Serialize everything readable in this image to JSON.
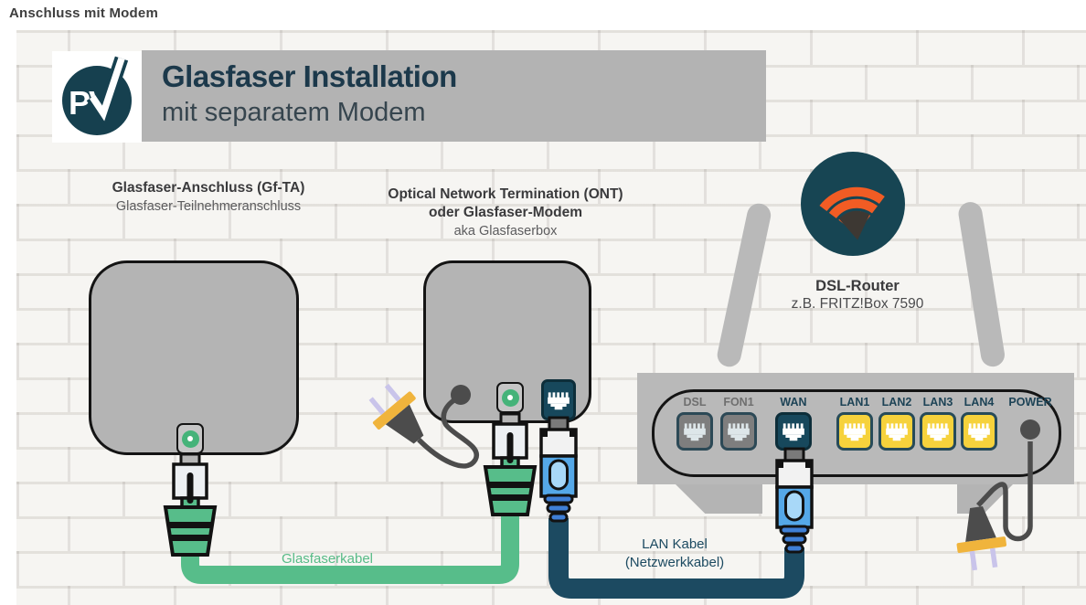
{
  "page": {
    "heading": "Anschluss mit Modem"
  },
  "banner": {
    "logo": "PV",
    "title": "Glasfaser Installation",
    "subtitle": "mit separatem Modem"
  },
  "devices": {
    "gfta": {
      "title": "Glasfaser-Anschluss (Gf-TA)",
      "subtitle": "Glasfaser-Teilnehmeranschluss"
    },
    "ont": {
      "title_line1": "Optical Network Termination (ONT)",
      "title_line2": "oder Glasfaser-Modem",
      "subtitle": "aka Glasfaserbox"
    },
    "router": {
      "title": "DSL-Router",
      "subtitle": "z.B. FRITZ!Box 7590",
      "ports": [
        {
          "label": "DSL",
          "type": "rj45",
          "color": "#7e7e7e"
        },
        {
          "label": "FON1",
          "type": "rj45",
          "color": "#7e7e7e"
        },
        {
          "label": "WAN",
          "type": "rj45",
          "color": "#17485c"
        },
        {
          "label": "LAN1",
          "type": "rj45",
          "color": "#f6d23c"
        },
        {
          "label": "LAN2",
          "type": "rj45",
          "color": "#f6d23c"
        },
        {
          "label": "LAN3",
          "type": "rj45",
          "color": "#f6d23c"
        },
        {
          "label": "LAN4",
          "type": "rj45",
          "color": "#f6d23c"
        },
        {
          "label": "POWER",
          "type": "power",
          "color": "#4e4e4e"
        }
      ]
    }
  },
  "cables": {
    "fiber": {
      "label": "Glasfaserkabel",
      "color": "#57bd8a"
    },
    "lan": {
      "label": "LAN Kabel",
      "label2": "(Netzwerkkabel)",
      "color": "#1c4a61"
    }
  },
  "colors": {
    "navy": "#174553",
    "green": "#57bd8a",
    "lan_navy": "#1c4a61",
    "port_yellow": "#f6d23c",
    "wifi_orange": "#f15c24",
    "device_gray": "#b4b4b4",
    "plug_yellow": "#f0b43c"
  }
}
